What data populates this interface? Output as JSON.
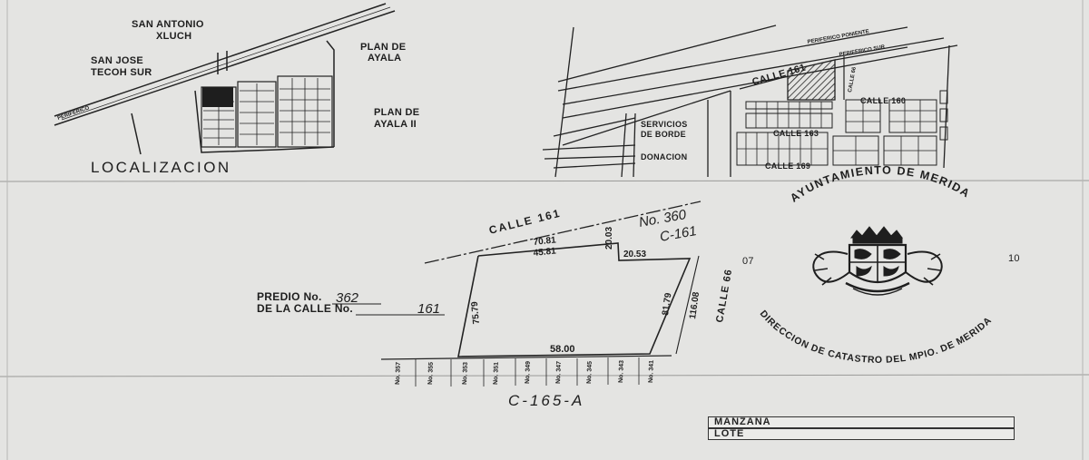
{
  "location_map": {
    "places": [
      "SAN ANTONIO",
      "XLUCH",
      "SAN JOSE",
      "TECOH SUR",
      "PLAN DE",
      "AYALA",
      "PLAN DE",
      "AYALA II"
    ],
    "road": "PERIFERICO",
    "title": "LOCALIZACION"
  },
  "site_map": {
    "street_calle_161": "CALLE 161",
    "periferico_labels": [
      "PERIFERICO PONIENTE",
      "PERIFERICO SUR"
    ],
    "street_calle_66": "CALLE 66",
    "street_calle_160": "CALLE 160",
    "street_calle_163": "CALLE 163",
    "street_calle_169": "CALLE 169",
    "servicios_1": "SERVICIOS",
    "servicios_2": "DE BORDE",
    "donacion": "DONACION"
  },
  "lot_plan": {
    "street_top": "CALLE 161",
    "street_right": "CALLE 66",
    "dims": {
      "top_total": "70.81",
      "top_inner": "45.81",
      "top_offset": "20.03",
      "step": "20.53",
      "left_side": "75.79",
      "right_inner": "81.79",
      "right_total": "116.08",
      "bottom": "58.00"
    },
    "predio_line1": "PREDIO No.",
    "predio_line2": "DE LA CALLE No.",
    "predio_no_hand": "362",
    "predio_calle_hand": "161",
    "neighbor_hand_1": "No. 360",
    "neighbor_hand_2": "C-161",
    "bottom_hand": "C-165-A",
    "bottom_lots": [
      "No. 357",
      "No. 355",
      "No. 353",
      "No. 351",
      "No. 349",
      "No. 347",
      "No. 345",
      "No. 343",
      "No. 341"
    ]
  },
  "seal": {
    "top_text": "AYUNTAMIENTO DE MERIDA",
    "bottom_text": "DIRECCION DE CATASTRO DEL MPIO. DE MERIDA",
    "left_num": "07",
    "right_num": "10"
  },
  "info_box": {
    "manzana": "MANZANA",
    "lote": "LOTE"
  }
}
